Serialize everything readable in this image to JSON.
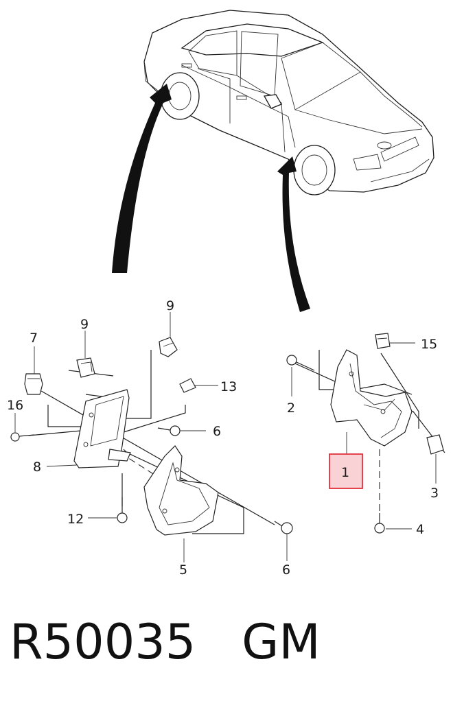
{
  "callouts": {
    "c1": "1",
    "c2": "2",
    "c3": "3",
    "c4": "4",
    "c5": "5",
    "c6a": "6",
    "c6b": "6",
    "c7": "7",
    "c8": "8",
    "c9a": "9",
    "c9b": "9",
    "c12": "12",
    "c13": "13",
    "c15": "15",
    "c16": "16"
  },
  "caption": {
    "part_number": "R50035",
    "brand": "GM"
  },
  "highlight_color": "#f9d2d6",
  "highlight_border": "#e0303a"
}
